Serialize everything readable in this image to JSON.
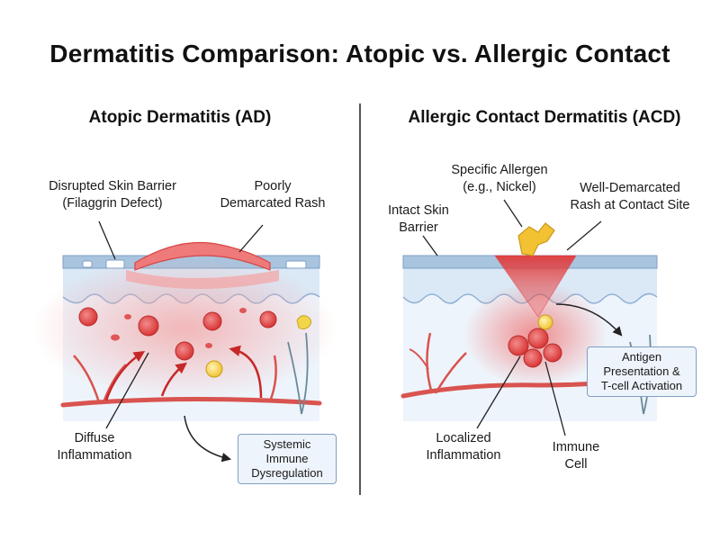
{
  "title": "Dermatitis Comparison: Atopic vs. Allergic Contact",
  "left_panel": {
    "title": "Atopic Dermatitis (AD)",
    "barrier_label": [
      "Disrupted Skin Barrier",
      "(Filaggrin Defect)"
    ],
    "rash_label": [
      "Poorly",
      "Demarcated Rash"
    ],
    "inflammation_label": [
      "Diffuse",
      "Inflammation"
    ],
    "box_label": [
      "Systemic",
      "Immune",
      "Dysregulation"
    ]
  },
  "right_panel": {
    "title": "Allergic Contact Dermatitis (ACD)",
    "allergen_label": [
      "Specific Allergen",
      "(e.g., Nickel)"
    ],
    "barrier_label": [
      "Intact Skin",
      "Barrier"
    ],
    "rash_label": [
      "Well-Demarcated",
      "Rash at Contact Site"
    ],
    "inflammation_label": [
      "Localized",
      "Inflammation"
    ],
    "cell_label": [
      "Immune",
      "Cell"
    ],
    "box_label": [
      "Antigen",
      "Presentation &",
      "T-cell Activation"
    ]
  },
  "colors": {
    "skin_surface": "#a9c4de",
    "epidermis": "#dbe8f5",
    "dermis": "#eef4fb",
    "inflammation": "#e03a3a",
    "vessel": "#d9534f",
    "allergen": "#f2c232",
    "box_border": "#7f9fc4"
  }
}
